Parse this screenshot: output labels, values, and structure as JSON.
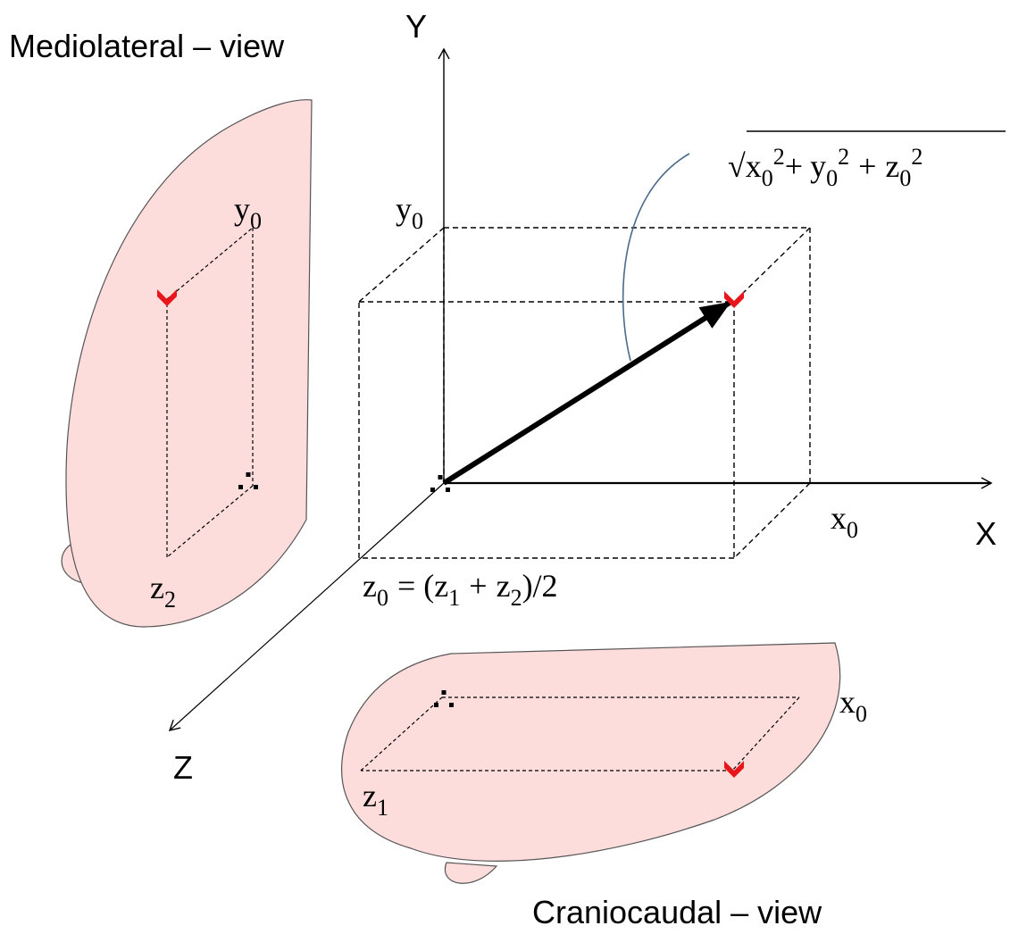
{
  "colors": {
    "tissue_fill": "#fddcdc",
    "tissue_stroke": "#555555",
    "marker": "#e8161b",
    "arc": "#4a6a8a",
    "ink": "#000000"
  },
  "labels": {
    "ml_view": "Mediolateral – view",
    "cc_view": "Craniocaudal – view",
    "axis_x": "X",
    "axis_y": "Y",
    "axis_z": "Z"
  },
  "math": {
    "var_x": "x",
    "var_y": "y",
    "var_z": "z",
    "sub_0": "0",
    "sub_1": "1",
    "sub_2": "2",
    "sup_2": "2",
    "radical": "√",
    "plus": "+",
    "eq_open": "= (",
    "eq_close": ")/2"
  },
  "icons": {
    "marker": "red-chevron-marker-icon",
    "therefore": "therefore-dots-icon"
  }
}
